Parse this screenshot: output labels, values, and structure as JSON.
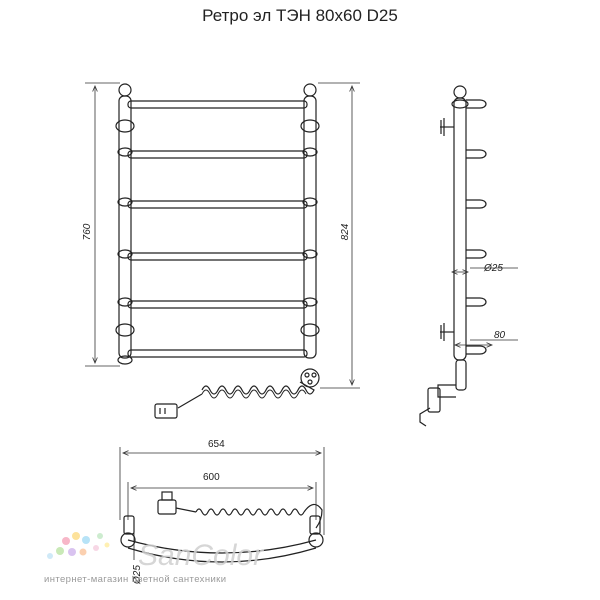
{
  "title": "Ретро эл ТЭН 80x60 D25",
  "front_view": {
    "height_outer": "760",
    "height_total": "824"
  },
  "side_view": {
    "pipe_diameter": "Ø25",
    "offset": "80"
  },
  "top_view": {
    "width_total": "654",
    "width_center": "600",
    "pipe_diameter": "Ø25"
  },
  "watermark": {
    "brand": "SanColor",
    "tagline": "интернет-магазин цветной сантехники"
  }
}
